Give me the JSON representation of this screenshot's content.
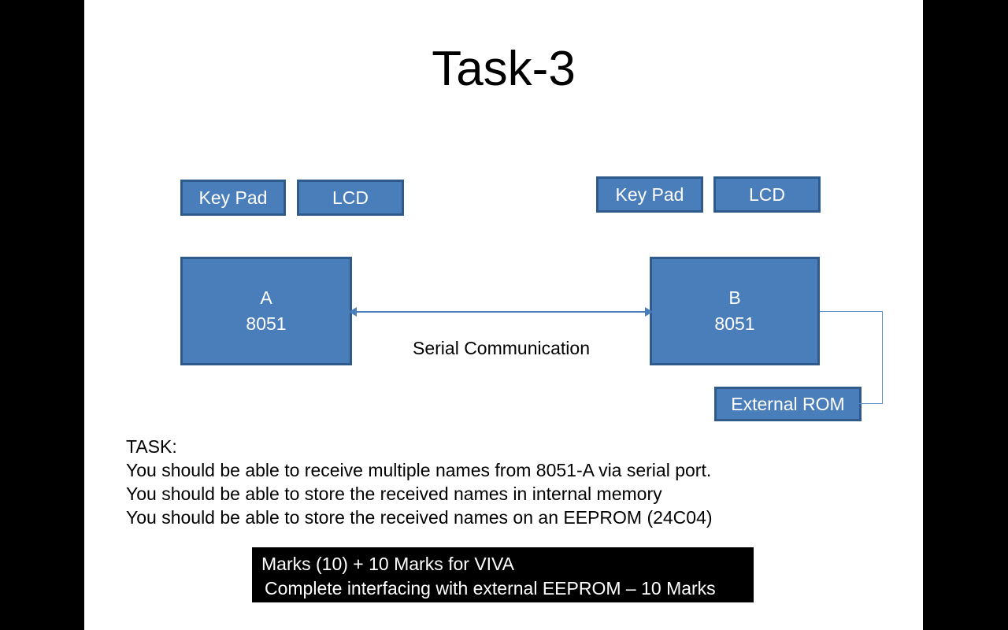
{
  "slide": {
    "title": "Task-3",
    "background": "#ffffff",
    "letterbox_color": "#000000",
    "accent_fill": "#4A7EBB",
    "accent_border": "#2E5A8C"
  },
  "diagram": {
    "left_group": {
      "keypad_label": "Key Pad",
      "lcd_label": "LCD",
      "mcu_name": "A",
      "mcu_part": "8051",
      "mcu_label": "A\n8051"
    },
    "right_group": {
      "keypad_label": "Key Pad",
      "lcd_label": "LCD",
      "mcu_name": "B",
      "mcu_part": "8051",
      "mcu_label": "B\n8051",
      "external_rom_label": "External ROM"
    },
    "connector": {
      "serial_label": "Serial Communication",
      "serial_arrow_type": "double-headed",
      "rom_connector_type": "elbow"
    }
  },
  "task": {
    "heading": "TASK:",
    "lines": [
      "You should be able to receive multiple names from 8051-A via serial port.",
      "You should be able to store the received names in  internal memory",
      "You should be able to store the received names on an EEPROM (24C04)"
    ]
  },
  "marks": {
    "line_1": "Marks (10) + 10 Marks for VIVA",
    "line_2": "Complete interfacing with external EEPROM – 10 Marks"
  }
}
